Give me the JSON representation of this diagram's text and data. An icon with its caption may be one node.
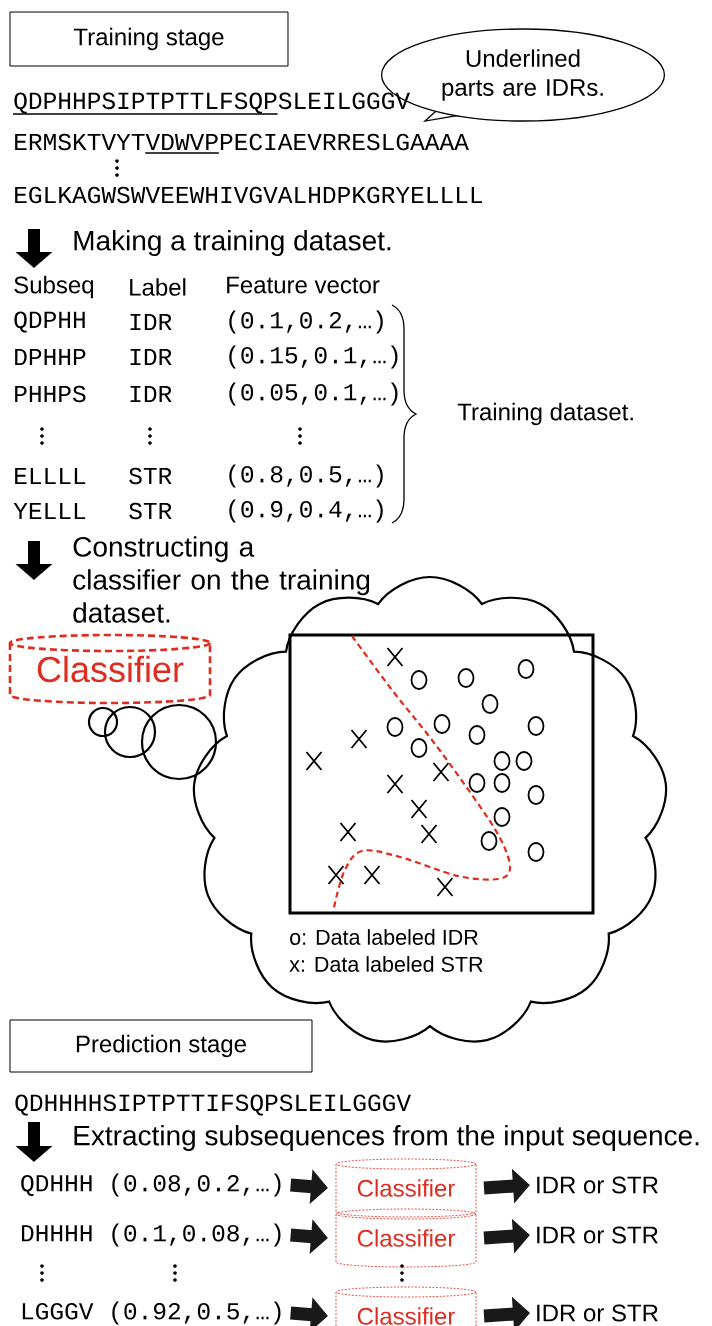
{
  "diagram": {
    "nodes": [
      {
        "text": [
          "Training stage"
        ]
      },
      {
        "text": [
          "Underlined parts are IDRs."
        ]
      },
      {
        "text": [
          "Classifier"
        ]
      },
      {
        "text": [
          "o: Data labeled IDR",
          "x: Data labeled STR"
        ]
      },
      {
        "text": [
          "Prediction stage"
        ]
      },
      {
        "text": [
          "QDHHH",
          "(0.08,0.2,…)"
        ]
      },
      {
        "text": [
          "Classifier"
        ]
      },
      {
        "text": [
          "IDR or STR"
        ]
      },
      {
        "text": [
          "DHHHH",
          "(0.1,0.08,…)"
        ]
      },
      {
        "text": [
          "Classifier"
        ]
      },
      {
        "text": [
          "IDR or STR"
        ]
      },
      {
        "text": [
          "LGGGV",
          "(0.92,0.5,…)"
        ]
      },
      {
        "text": [
          "Classifier"
        ]
      },
      {
        "text": [
          "IDR or STR"
        ]
      }
    ],
    "edges": [
      {
        "from": 5,
        "to": 6,
        "arrow": "to"
      },
      {
        "from": 6,
        "to": 7,
        "arrow": "to"
      },
      {
        "from": 8,
        "to": 9,
        "arrow": "to"
      },
      {
        "from": 9,
        "to": 10,
        "arrow": "to"
      },
      {
        "from": 11,
        "to": 12,
        "arrow": "to"
      },
      {
        "from": 12,
        "to": 13,
        "arrow": "to"
      }
    ],
    "labels": [
      "QDPHHPSIPTPTTLFSQPSLEILGGGV",
      "ERMSKTVYTVDWVPPECIAEVRRESLGAAAA",
      "EGLKAGWSWVEEWHIVGVALHDPKGRYELLLL",
      "Making a training dataset.",
      "Subseq",
      "Label",
      "Feature vector",
      "QDPHH",
      "IDR",
      "(0.1,0.2,…)",
      "DPHHP",
      "IDR",
      "(0.15,0.1,…)",
      "PHHPS",
      "IDR",
      "(0.05,0.1,…)",
      "ELLLL",
      "STR",
      "(0.8,0.5,…)",
      "YELLL",
      "STR",
      "(0.9,0.4,…)",
      "Training dataset.",
      "Constructing a classifier on the training dataset.",
      "QDHHHHSIPTPTTIFSQPSLEILGGGV",
      "Extracting subsequences from the input sequence."
    ]
  }
}
